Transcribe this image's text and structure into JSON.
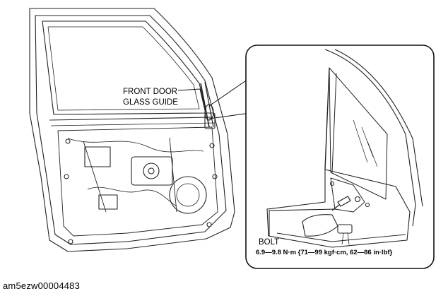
{
  "callouts": {
    "glass_guide_line1": "FRONT DOOR",
    "glass_guide_line2": "GLASS GUIDE",
    "bolt_label": "BOLT",
    "bolt_torque": "6.9—9.8 N·m {71—99 kgf·cm, 62—86 in·lbf}"
  },
  "figure_id": "am5ezw00004483"
}
